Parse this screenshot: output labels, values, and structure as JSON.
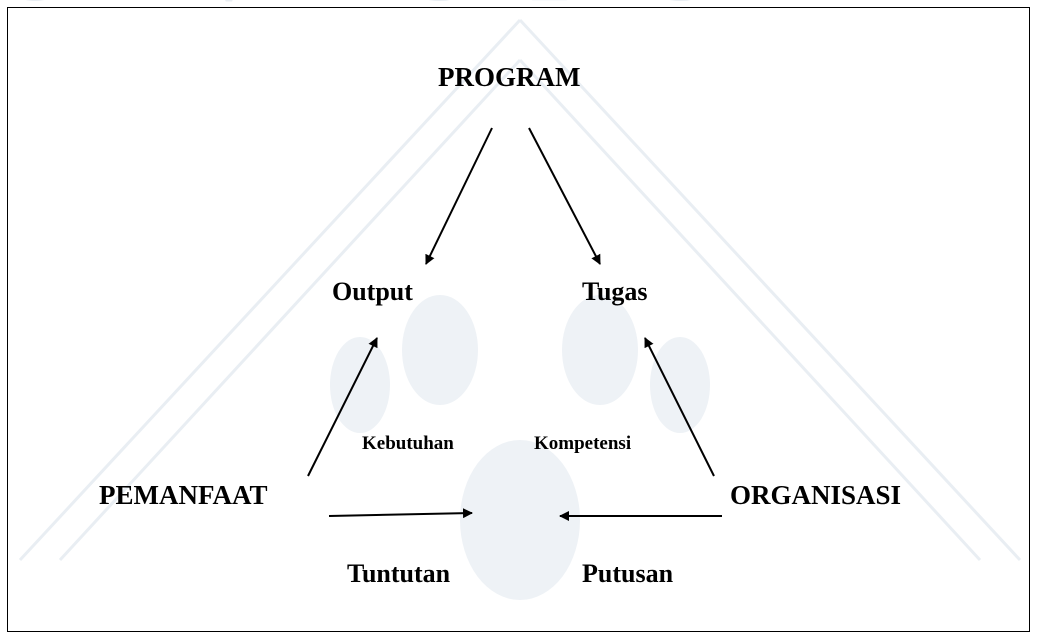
{
  "nodes": {
    "program": "PROGRAM",
    "output": "Output",
    "tugas": "Tugas",
    "pemanfaat": "PEMANFAAT",
    "organisasi": "ORGANISASI"
  },
  "edge_labels": {
    "kebutuhan": "Kebutuhan",
    "kompetensi": "Kompetensi",
    "tuntutan": "Tuntutan",
    "putusan": "Putusan"
  },
  "watermark": {
    "text": "UNIVERSITAS",
    "color": "#e6ecf2"
  },
  "colors": {
    "line": "#000000",
    "text": "#000000",
    "background": "#ffffff"
  }
}
